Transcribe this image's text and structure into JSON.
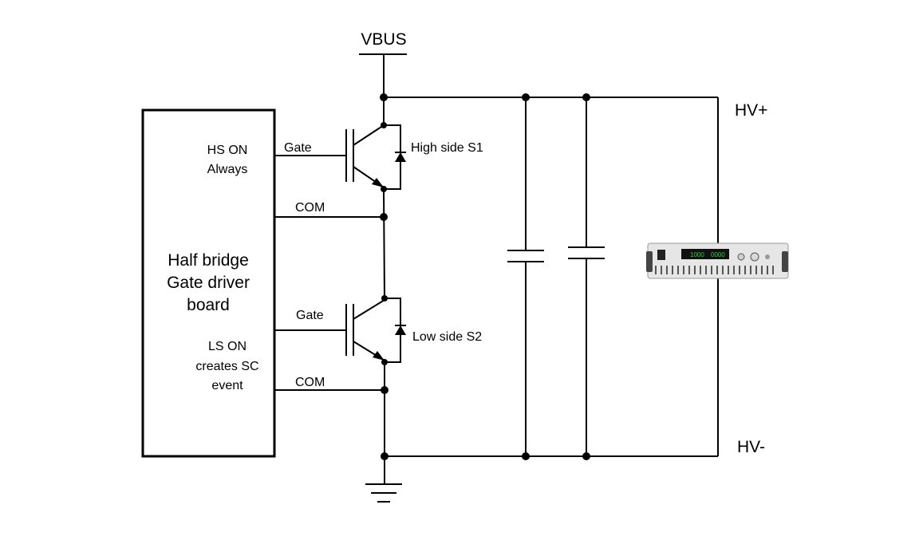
{
  "vbus_label": "VBUS",
  "hv_plus_label": "HV+",
  "hv_minus_label": "HV-",
  "board": {
    "title_line1": "Half bridge",
    "title_line2": "Gate driver",
    "title_line3": "board",
    "hs_line1": "HS ON",
    "hs_line2": "Always",
    "ls_line1": "LS ON",
    "ls_line2": "creates SC",
    "ls_line3": "event"
  },
  "wires": {
    "gate_hs": "Gate",
    "com_hs": "COM",
    "gate_ls": "Gate",
    "com_ls": "COM"
  },
  "switches": {
    "high_side": "High side S1",
    "low_side": "Low side S2"
  },
  "power_supply": {
    "display_left": "1000",
    "display_right": "0000",
    "display_color": "#2ecc40"
  }
}
